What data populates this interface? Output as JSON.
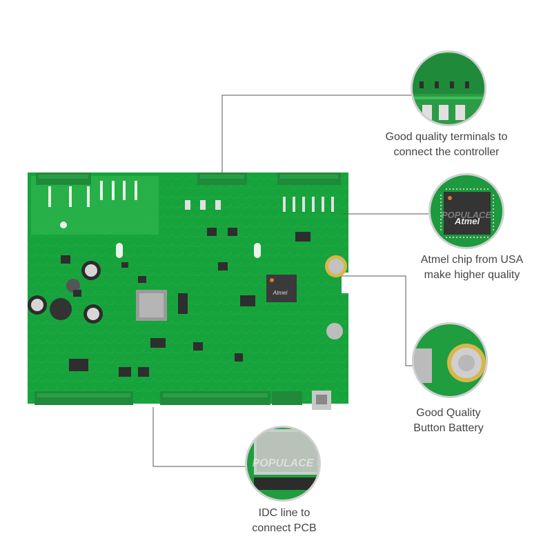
{
  "callouts": [
    {
      "line1": "Good quality terminals to",
      "line2": "connect the controller"
    },
    {
      "line1": "Atmel chip from USA",
      "line2": "make higher quality"
    },
    {
      "line1": "Good Quality",
      "line2": "Button Battery"
    },
    {
      "line1": "IDC line to",
      "line2": "connect PCB"
    }
  ],
  "chip_marking": "Atmel",
  "watermark": "POPULACE",
  "colors": {
    "pcb_green": "#16a33c",
    "pcb_light": "#3cbf58",
    "terminal_green": "#1f8a3a",
    "chip_gray": "#3a3a3a",
    "leader_line": "#555555",
    "caption_text": "#444444"
  }
}
